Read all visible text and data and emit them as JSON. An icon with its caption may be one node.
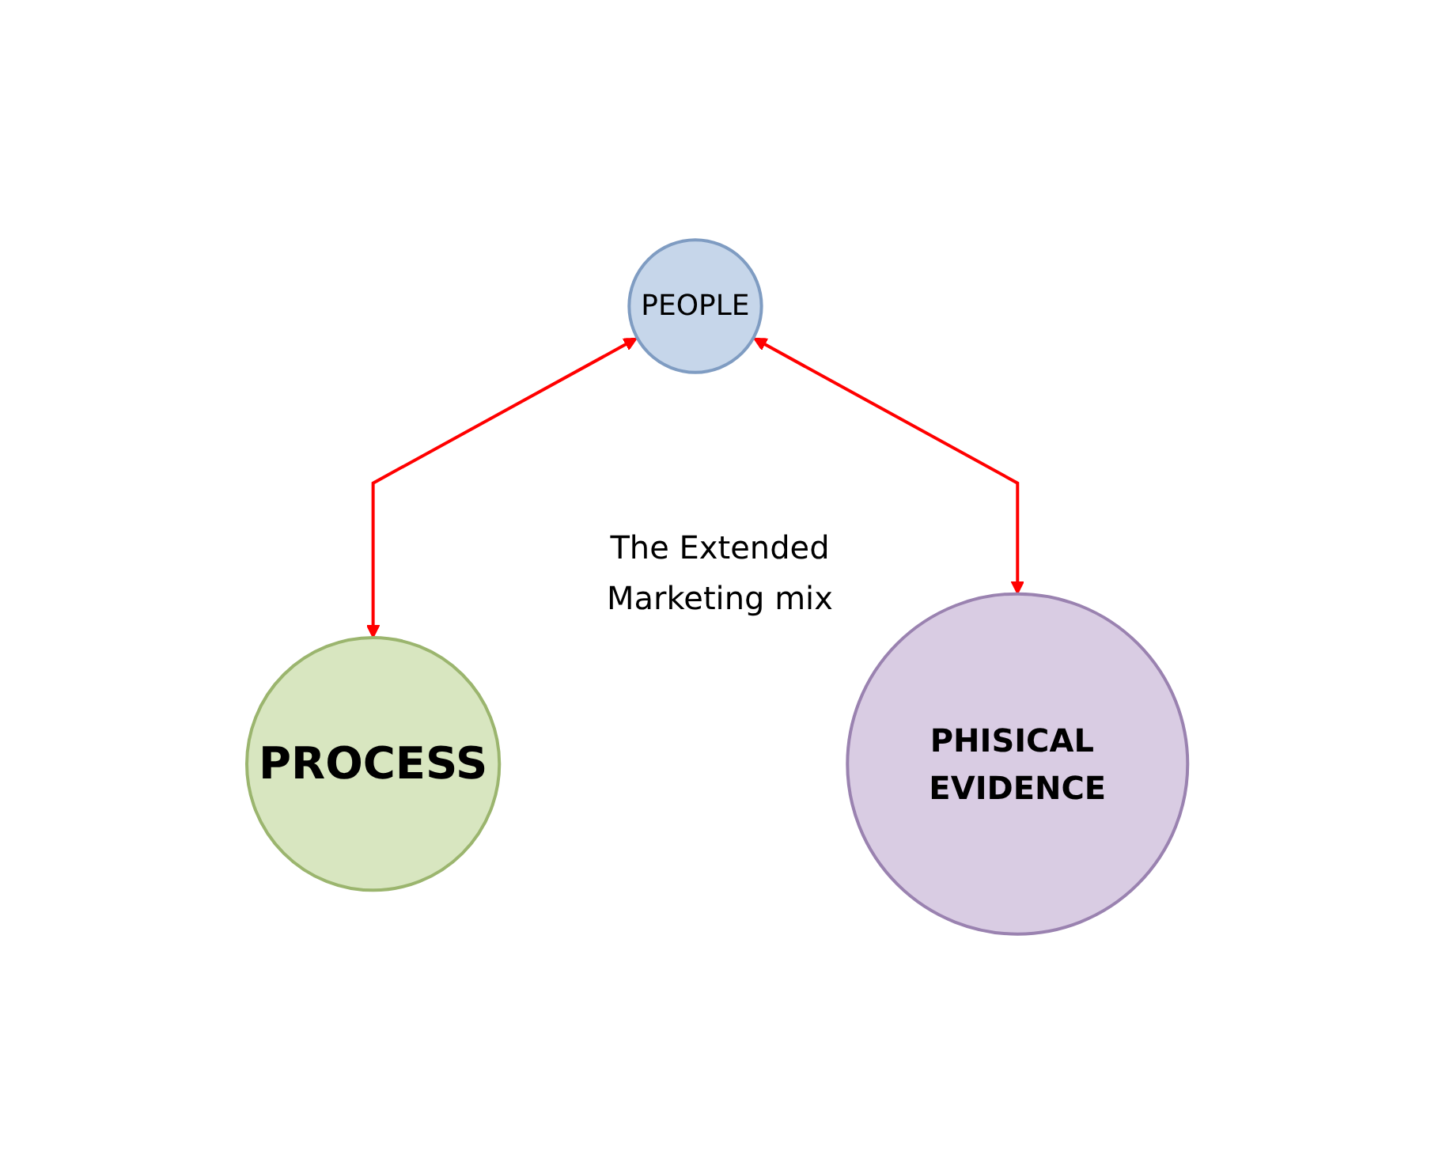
{
  "diagram": {
    "nodes": [
      {
        "text": [
          "PEOPLE"
        ]
      },
      {
        "text": [
          "PROCESS"
        ]
      },
      {
        "text": [
          "PHISICAL EVIDENCE"
        ]
      }
    ],
    "edges": [
      {
        "from": 0,
        "to": 1,
        "arrow": "both",
        "color": "#ff0000"
      },
      {
        "from": 0,
        "to": 2,
        "arrow": "both",
        "color": "#ff0000"
      }
    ],
    "labels": [
      "The Extended Marketing mix"
    ]
  }
}
